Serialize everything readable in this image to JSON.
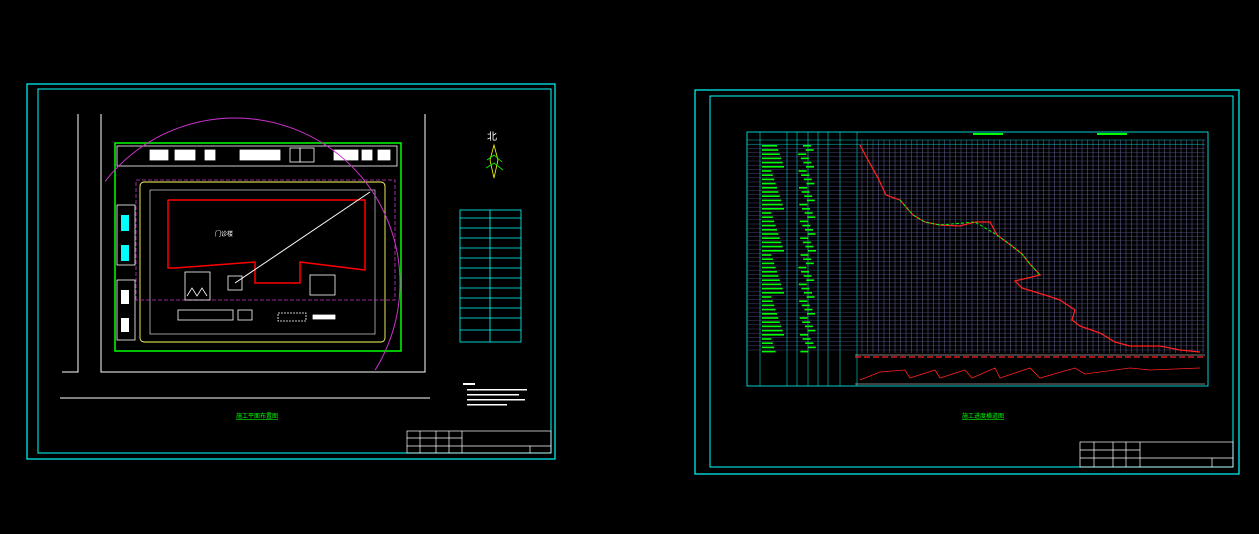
{
  "viewport": {
    "background": "#000000"
  },
  "colors": {
    "frame": "#00ffff",
    "text": "#ffffff",
    "title": "#00ff00",
    "wall": "#00ff00",
    "building": "#ff0000",
    "crane": "#cc33cc",
    "path": "#ffff66",
    "grid": "#9999cc",
    "progress": "#ff2020"
  },
  "sheet_left": {
    "north_label": "北",
    "building_label": "门诊楼",
    "title": "施工平面布置图"
  },
  "sheet_right": {
    "title": "施工进度横道图"
  },
  "icons": [
    "north-arrow-icon",
    "tower-crane-icon"
  ]
}
